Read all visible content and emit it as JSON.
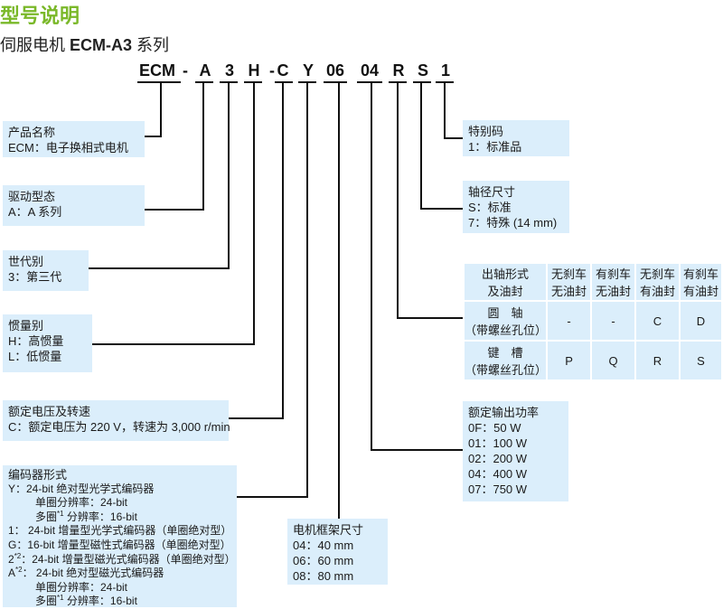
{
  "title": "型号说明",
  "subtitle_prefix": "伺服电机 ",
  "subtitle_model": "ECM-A3",
  "subtitle_suffix": " 系列",
  "code_chars": [
    "ECM",
    "-",
    "A",
    "3",
    "H",
    "-",
    "C",
    "Y",
    "06",
    "04",
    "R",
    "S",
    "1"
  ],
  "product_name": {
    "title": "产品名称",
    "line": "ECM：电子换相式电机"
  },
  "drive_type": {
    "title": "驱动型态",
    "line": "A：A 系列"
  },
  "generation": {
    "title": "世代别",
    "line": "3：第三代"
  },
  "inertia": {
    "title": "惯量别",
    "lines": [
      "H：高惯量",
      "L：低惯量"
    ]
  },
  "voltage": {
    "title": "额定电压及转速",
    "line": "C：额定电压为 220 V，转速为 3,000 r/min"
  },
  "encoder": {
    "title": "编码器形式",
    "y_line": "Y：24-bit 绝对型光学式编码器",
    "y_single": "单圈分辨率：24-bit",
    "y_multi_a": "多圈",
    "y_multi_sup": "*1",
    "y_multi_b": " 分辨率：16-bit",
    "line_1": "1： 24-bit 增量型光学式编码器（单圈绝对型）",
    "line_g": "G：16-bit 增量型磁性式编码器（单圈绝对型）",
    "line_2a": "2",
    "line_2sup": "*2",
    "line_2b": "：24-bit 增量型磁光式编码器（单圈绝对型）",
    "line_aa": "A",
    "line_asup": "*2",
    "line_ab": "： 24-bit 绝对型磁光式编码器",
    "a_single": "单圈分辨率：24-bit",
    "a_multi_a": "多圈",
    "a_multi_sup": "*1",
    "a_multi_b": " 分辨率：16-bit"
  },
  "frame": {
    "title": "电机框架尺寸",
    "lines": [
      "04：40 mm",
      "06：60 mm",
      "08：80 mm"
    ]
  },
  "special": {
    "title": "特别码",
    "line": "1：标准品"
  },
  "shaft_dia": {
    "title": "轴径尺寸",
    "lines": [
      "S：标准",
      "7：特殊 (14 mm)"
    ]
  },
  "power": {
    "title": "额定输出功率",
    "lines": [
      "0F：50 W",
      "01：100 W",
      "02：200 W",
      "04：400 W",
      "07：750 W"
    ]
  },
  "shaft_table": {
    "corner": [
      "出轴形式",
      "及油封"
    ],
    "cols": [
      [
        "无刹车",
        "无油封"
      ],
      [
        "有刹车",
        "无油封"
      ],
      [
        "无刹车",
        "有油封"
      ],
      [
        "有刹车",
        "有油封"
      ]
    ],
    "rows": [
      {
        "name": "圆　轴",
        "note": "（带螺丝孔位）",
        "values": [
          "-",
          "-",
          "C",
          "D"
        ]
      },
      {
        "name": "键　槽",
        "note": "（带螺丝孔位）",
        "values": [
          "P",
          "Q",
          "R",
          "S"
        ]
      }
    ]
  }
}
